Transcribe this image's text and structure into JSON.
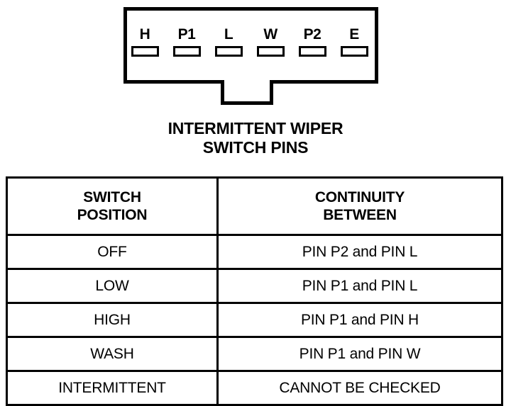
{
  "diagram": {
    "name": "intermittent-wiper-switch-connector",
    "caption_line1": "INTERMITTENT WIPER",
    "caption_line2": "SWITCH PINS",
    "outline_color": "#000000",
    "background_color": "#ffffff",
    "pins": [
      {
        "label": "H"
      },
      {
        "label": "P1"
      },
      {
        "label": "L"
      },
      {
        "label": "W"
      },
      {
        "label": "P2"
      },
      {
        "label": "E"
      }
    ]
  },
  "table": {
    "headers": {
      "position_line1": "SWITCH",
      "position_line2": "POSITION",
      "continuity_line1": "CONTINUITY",
      "continuity_line2": "BETWEEN"
    },
    "rows": [
      {
        "position": "OFF",
        "continuity": "PIN P2 and PIN L"
      },
      {
        "position": "LOW",
        "continuity": "PIN P1 and PIN L"
      },
      {
        "position": "HIGH",
        "continuity": "PIN P1 and PIN H"
      },
      {
        "position": "WASH",
        "continuity": "PIN P1 and PIN W"
      },
      {
        "position": "INTERMITTENT",
        "continuity": "CANNOT BE CHECKED"
      }
    ]
  }
}
